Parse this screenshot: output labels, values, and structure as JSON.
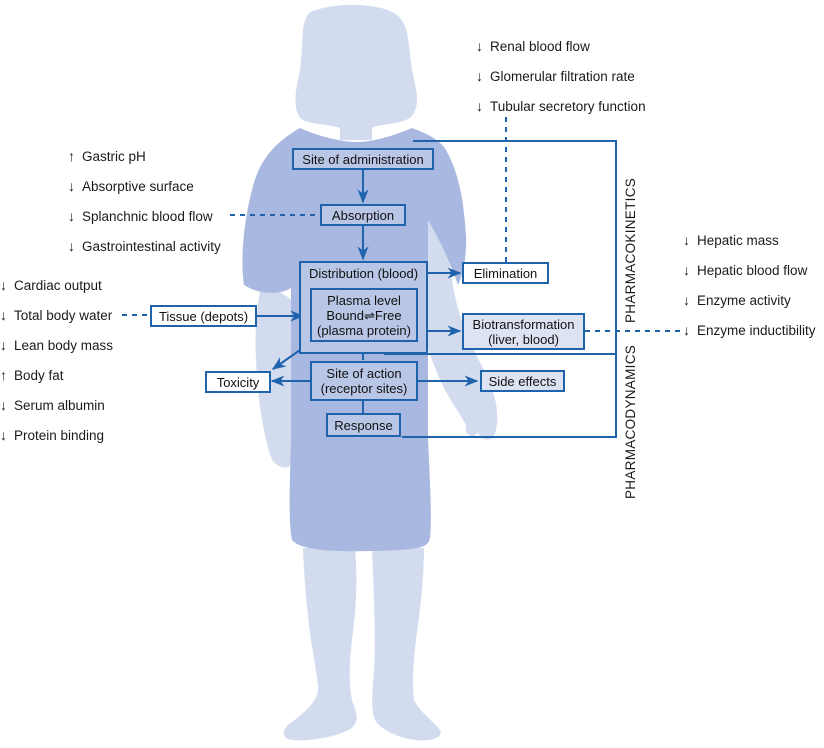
{
  "colors": {
    "line": "#1f63ad",
    "silhouette_light": "#d3dbef",
    "silhouette_gown": "#a8b8e0",
    "box_fill": "#b9c6e6",
    "text": "#1a1a1a"
  },
  "glyphs": {
    "down": "↓",
    "up": "↑",
    "equilibrium": "⇌"
  },
  "renal_factors": [
    {
      "dir": "↓",
      "text": "Renal blood flow"
    },
    {
      "dir": "↓",
      "text": "Glomerular filtration rate"
    },
    {
      "dir": "↓",
      "text": "Tubular secretory function"
    }
  ],
  "gi_factors": [
    {
      "dir": "↑",
      "text": "Gastric pH"
    },
    {
      "dir": "↓",
      "text": "Absorptive surface"
    },
    {
      "dir": "↓",
      "text": "Splanchnic blood flow"
    },
    {
      "dir": "↓",
      "text": "Gastrointestinal activity"
    }
  ],
  "distribution_factors": [
    {
      "dir": "↓",
      "text": "Cardiac output"
    },
    {
      "dir": "↓",
      "text": "Total body water"
    },
    {
      "dir": "↓",
      "text": "Lean body mass"
    },
    {
      "dir": "↑",
      "text": "Body fat"
    },
    {
      "dir": "↓",
      "text": "Serum albumin"
    },
    {
      "dir": "↓",
      "text": "Protein binding"
    }
  ],
  "hepatic_factors": [
    {
      "dir": "↓",
      "text": "Hepatic mass"
    },
    {
      "dir": "↓",
      "text": "Hepatic blood flow"
    },
    {
      "dir": "↓",
      "text": "Enzyme activity"
    },
    {
      "dir": "↓",
      "text": "Enzyme inductibility"
    }
  ],
  "boxes": {
    "site_of_administration": "Site of administration",
    "absorption": "Absorption",
    "distribution": "Distribution (blood)",
    "plasma_line1": "Plasma level",
    "plasma_line2_left": "Bound",
    "plasma_line2_right": "Free",
    "plasma_line3": "(plasma protein)",
    "elimination": "Elimination",
    "tissue": "Tissue (depots)",
    "biotransformation_line1": "Biotransformation",
    "biotransformation_line2": "(liver, blood)",
    "toxicity": "Toxicity",
    "site_of_action_line1": "Site of action",
    "site_of_action_line2": "(receptor sites)",
    "side_effects": "Side effects",
    "response": "Response"
  },
  "bracket_labels": {
    "pharmacokinetics": "PHARMACOKINETICS",
    "pharmacodynamics": "PHARMACODYNAMICS"
  }
}
